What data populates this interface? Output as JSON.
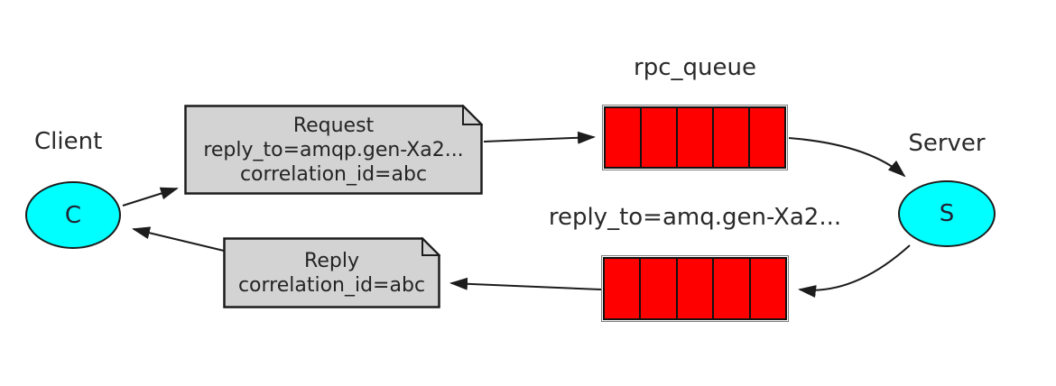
{
  "diagram": {
    "kind": "rpc-message-flow",
    "colors": {
      "background": "#ffffff",
      "actor_fill": "#00ffff",
      "queue_fill": "#ff0000",
      "note_fill": "#d3d3d3",
      "line": "#1c1c1c"
    },
    "client": {
      "label": "Client",
      "node_letter": "C"
    },
    "server": {
      "label": "Server",
      "node_letter": "S"
    },
    "request_note": {
      "line1": "Request",
      "line2": "reply_to=amqp.gen-Xa2...",
      "line3": "correlation_id=abc"
    },
    "reply_note": {
      "line1": "Reply",
      "line2": "correlation_id=abc"
    },
    "rpc_queue": {
      "label": "rpc_queue",
      "segments": 5
    },
    "reply_queue": {
      "label": "reply_to=amq.gen-Xa2...",
      "segments": 5
    }
  }
}
